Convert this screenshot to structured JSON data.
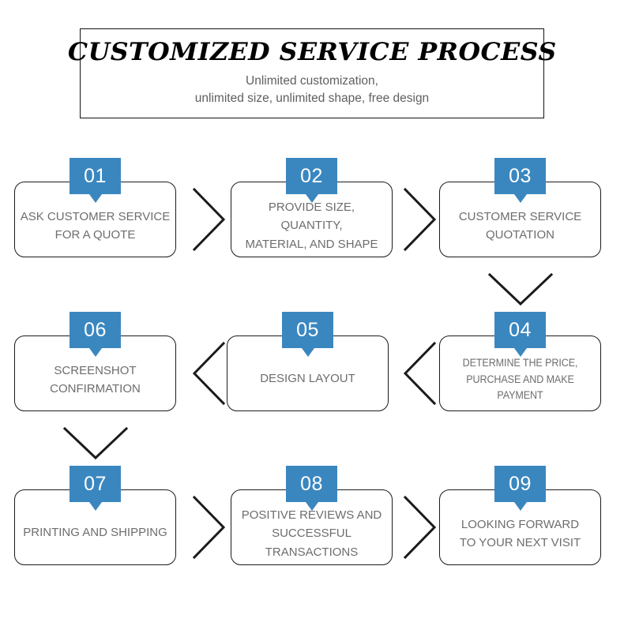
{
  "header": {
    "title": "CUSTOMIZED SERVICE PROCESS",
    "subtitle_line1": "Unlimited customization,",
    "subtitle_line2": "unlimited size, unlimited shape, free design"
  },
  "colors": {
    "badge_blue": "#3A87C0",
    "box_border": "#1B1B1B",
    "box_text": "#6D6D6D",
    "header_text": "#000000",
    "subtitle_text": "#5F5F5F",
    "background": "#FFFFFF"
  },
  "steps": [
    {
      "number": "01",
      "text": "ASK CUSTOMER SERVICE\nFOR A QUOTE"
    },
    {
      "number": "02",
      "text": "PROVIDE SIZE, QUANTITY,\nMATERIAL, AND SHAPE"
    },
    {
      "number": "03",
      "text": "CUSTOMER SERVICE\nQUOTATION"
    },
    {
      "number": "04",
      "text": "DETERMINE THE PRICE,\nPURCHASE AND MAKE PAYMENT"
    },
    {
      "number": "05",
      "text": "DESIGN LAYOUT"
    },
    {
      "number": "06",
      "text": "SCREENSHOT\nCONFIRMATION"
    },
    {
      "number": "07",
      "text": "PRINTING AND SHIPPING"
    },
    {
      "number": "08",
      "text": "POSITIVE REVIEWS AND\nSUCCESSFUL TRANSACTIONS"
    },
    {
      "number": "09",
      "text": "LOOKING FORWARD\nTO YOUR NEXT VISIT"
    }
  ],
  "connectors": [
    {
      "name": "step-01-to-02",
      "direction": "right"
    },
    {
      "name": "step-02-to-03",
      "direction": "right"
    },
    {
      "name": "step-03-to-04",
      "direction": "down"
    },
    {
      "name": "step-04-to-05",
      "direction": "left"
    },
    {
      "name": "step-05-to-06",
      "direction": "left"
    },
    {
      "name": "step-06-to-07",
      "direction": "down"
    },
    {
      "name": "step-07-to-08",
      "direction": "right"
    },
    {
      "name": "step-08-to-09",
      "direction": "right"
    }
  ]
}
